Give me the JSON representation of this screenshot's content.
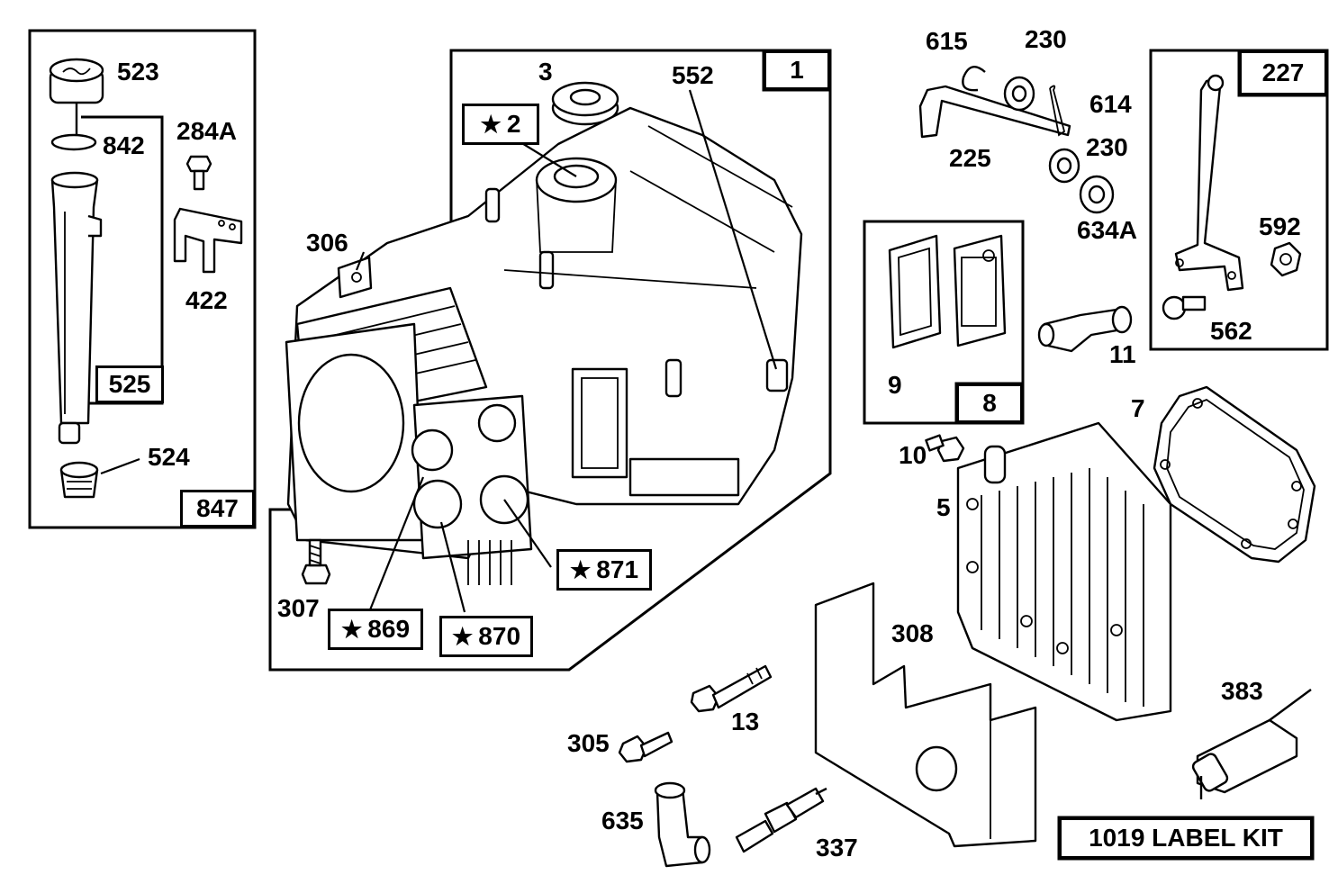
{
  "labels": {
    "p523": "523",
    "p842": "842",
    "p284a": "284A",
    "p422": "422",
    "p524": "524",
    "p3": "3",
    "p552": "552",
    "p306": "306",
    "p307": "307",
    "p615": "615",
    "p230a": "230",
    "p614": "614",
    "p225": "225",
    "p230b": "230",
    "p634a": "634A",
    "p592": "592",
    "p562": "562",
    "p9": "9",
    "p11": "11",
    "p7": "7",
    "p10": "10",
    "p5": "5",
    "p308": "308",
    "p13": "13",
    "p305": "305",
    "p635": "635",
    "p337": "337",
    "p383": "383"
  },
  "boxed": {
    "b525": "525",
    "b847": "847",
    "b1": "1",
    "b2": "2",
    "b871": "871",
    "b869": "869",
    "b870": "870",
    "b227": "227",
    "b8": "8",
    "label_kit": "1019 LABEL KIT"
  },
  "star_symbol": "★"
}
